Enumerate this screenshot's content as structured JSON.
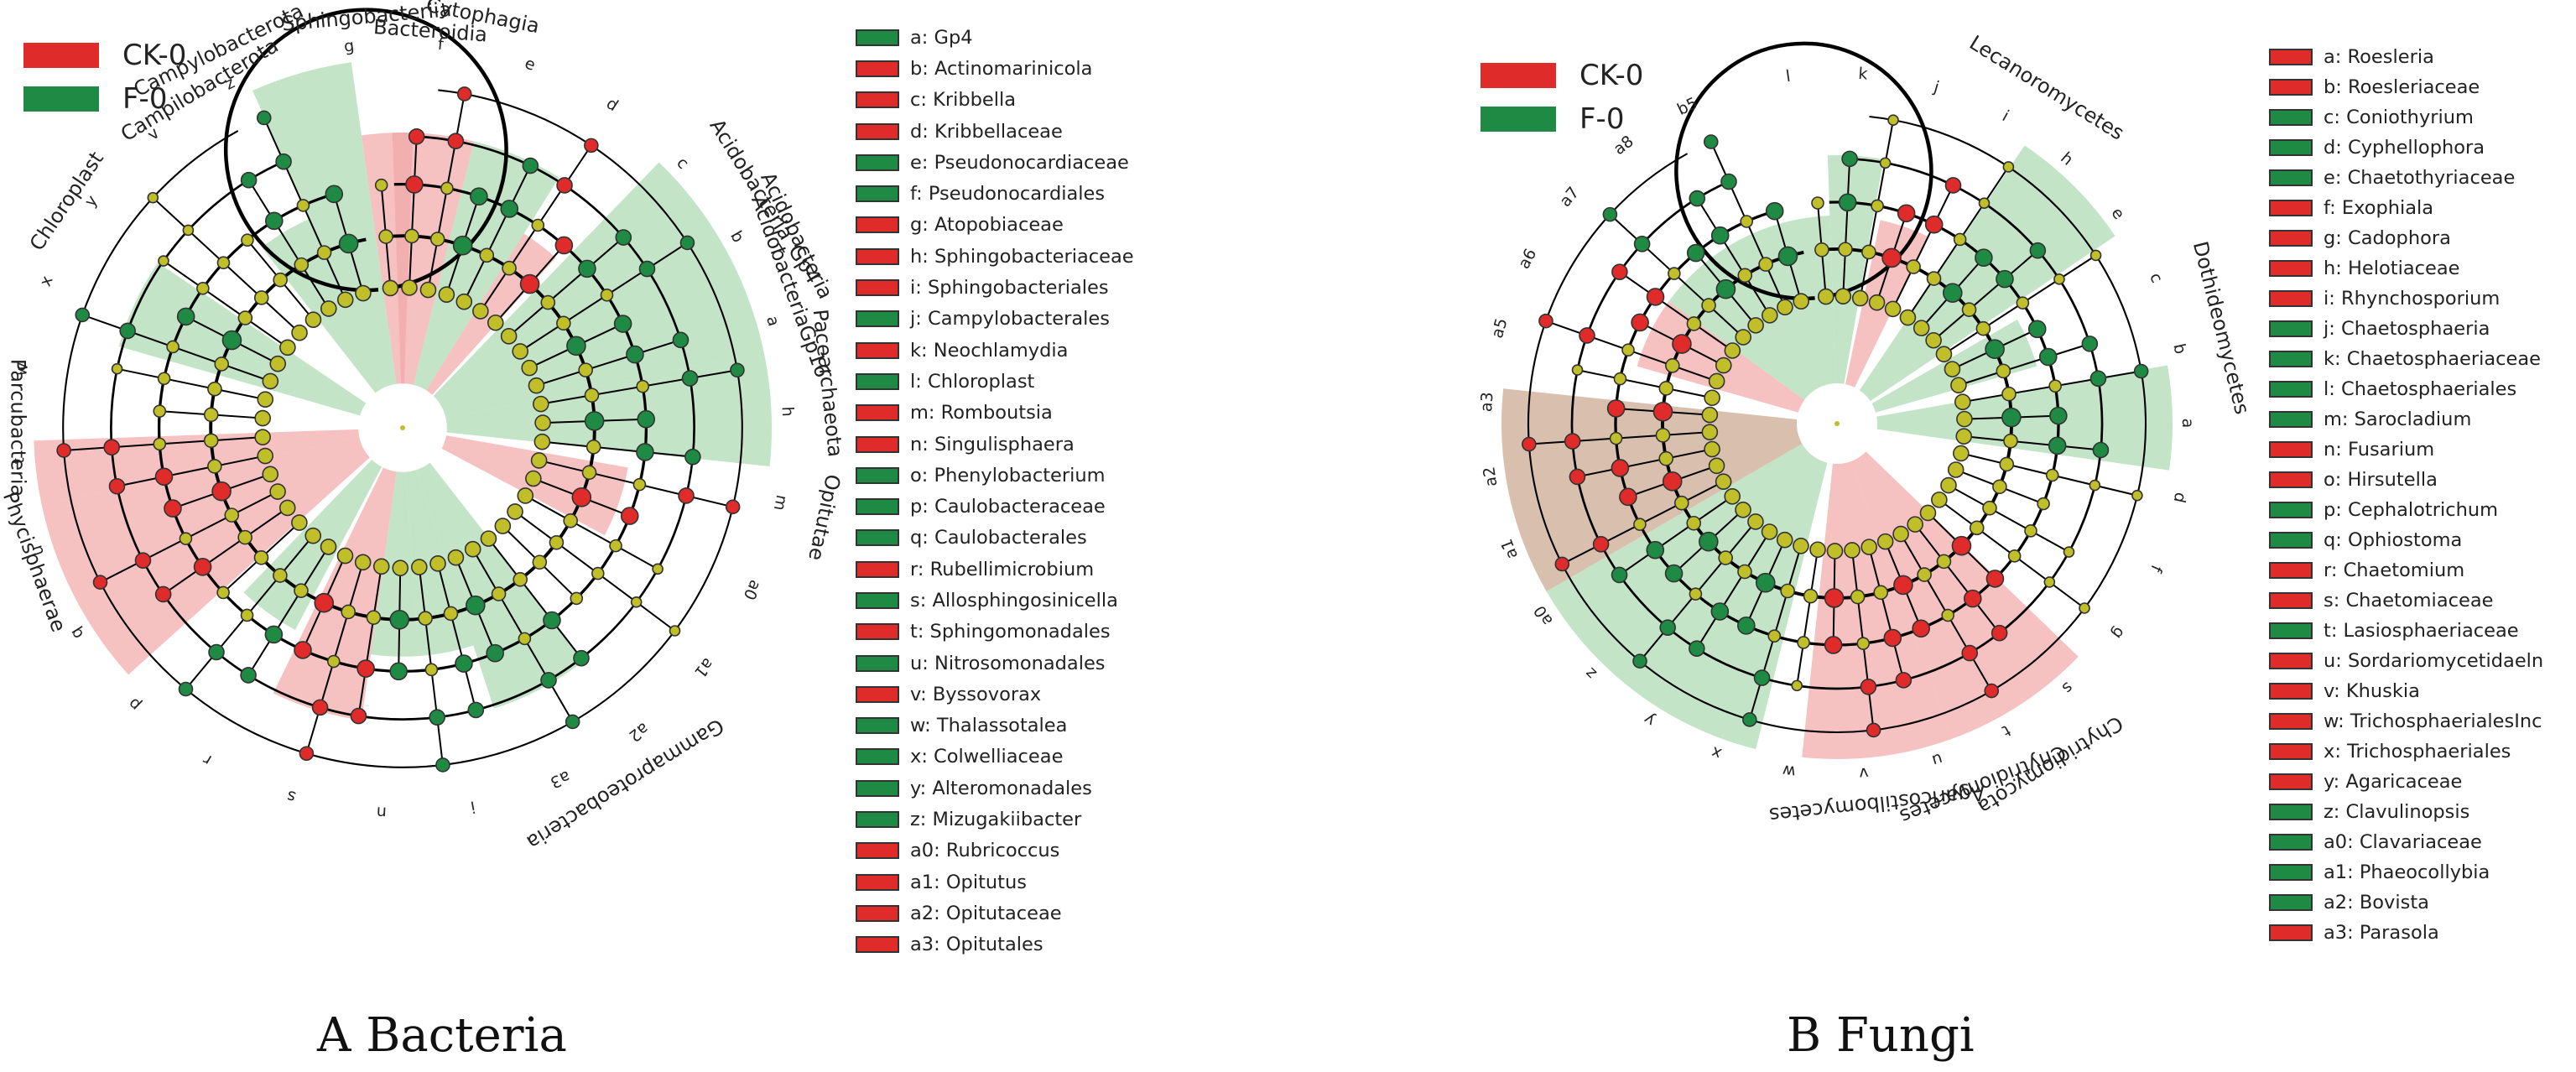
{
  "colors": {
    "ck": "#e02b2b",
    "f": "#1f8a43",
    "node_ns": "#c0bf2a",
    "wedge_ck": "#f1a7a7",
    "wedge_f": "#a9d9ae",
    "wedge_both": "#c9a48c"
  },
  "panels": [
    {
      "caption": "A Bacteria",
      "groups": [
        {
          "label": "CK-0",
          "color": "#e02b2b"
        },
        {
          "label": "F-0",
          "color": "#1f8a43"
        }
      ],
      "taxa": [
        {
          "label": "a: Gp4",
          "group": "F-0"
        },
        {
          "label": "b: Actinomarinicola",
          "group": "CK-0"
        },
        {
          "label": "c: Kribbella",
          "group": "CK-0"
        },
        {
          "label": "d: Kribbellaceae",
          "group": "CK-0"
        },
        {
          "label": "e: Pseudonocardiaceae",
          "group": "F-0"
        },
        {
          "label": "f: Pseudonocardiales",
          "group": "F-0"
        },
        {
          "label": "g: Atopobiaceae",
          "group": "CK-0"
        },
        {
          "label": "h: Sphingobacteriaceae",
          "group": "CK-0"
        },
        {
          "label": "i: Sphingobacteriales",
          "group": "CK-0"
        },
        {
          "label": "j: Campylobacterales",
          "group": "F-0"
        },
        {
          "label": "k: Neochlamydia",
          "group": "CK-0"
        },
        {
          "label": "l: Chloroplast",
          "group": "F-0"
        },
        {
          "label": "m: Romboutsia",
          "group": "CK-0"
        },
        {
          "label": "n: Singulisphaera",
          "group": "CK-0"
        },
        {
          "label": "o: Phenylobacterium",
          "group": "F-0"
        },
        {
          "label": "p: Caulobacteraceae",
          "group": "F-0"
        },
        {
          "label": "q: Caulobacterales",
          "group": "F-0"
        },
        {
          "label": "r: Rubellimicrobium",
          "group": "CK-0"
        },
        {
          "label": "s: Allosphingosinicella",
          "group": "F-0"
        },
        {
          "label": "t: Sphingomonadales",
          "group": "CK-0"
        },
        {
          "label": "u: Nitrosomonadales",
          "group": "F-0"
        },
        {
          "label": "v: Byssovorax",
          "group": "CK-0"
        },
        {
          "label": "w: Thalassotalea",
          "group": "F-0"
        },
        {
          "label": "x: Colwelliaceae",
          "group": "F-0"
        },
        {
          "label": "y: Alteromonadales",
          "group": "F-0"
        },
        {
          "label": "z: Mizugakiibacter",
          "group": "F-0"
        },
        {
          "label": "a0: Rubricoccus",
          "group": "CK-0"
        },
        {
          "label": "a1: Opitutus",
          "group": "CK-0"
        },
        {
          "label": "a2: Opitutaceae",
          "group": "CK-0"
        },
        {
          "label": "a3: Opitutales",
          "group": "CK-0"
        }
      ],
      "clade_labels": [
        "Cytophagia",
        "Bacteroidia",
        "Sphingobacteriia",
        "Campylobacterota",
        "Campilobacterota",
        "Chloroplast",
        "Parcubacteria",
        "Phycisphaerae",
        "Gammaproteobacteria",
        "Opitutae",
        "Acidobacteria_Gp4",
        "Acidobacteria",
        "Pacearchaeota",
        "AcidobacteriaGp16"
      ],
      "node_letters": [
        "g",
        "f",
        "e",
        "d",
        "c",
        "b",
        "a",
        "h",
        "m",
        "a0",
        "a1",
        "a2",
        "a3",
        "i",
        "n",
        "s",
        "r",
        "p",
        "q",
        "u",
        "t",
        "w",
        "x",
        "y",
        "v",
        "z"
      ],
      "wedges": [
        {
          "from": -92,
          "to": -76,
          "group": "CK-0",
          "level": 2
        },
        {
          "from": -76,
          "to": -58,
          "group": "F-0",
          "level": 2
        },
        {
          "from": -58,
          "to": -48,
          "group": "CK-0",
          "level": 1
        },
        {
          "from": -46,
          "to": -12,
          "group": "F-0",
          "level": 3
        },
        {
          "from": -12,
          "to": 6,
          "group": "F-0",
          "level": 3
        },
        {
          "from": 10,
          "to": 22,
          "group": "CK-0",
          "level": 1
        },
        {
          "from": 22,
          "to": 28,
          "group": "CK-0",
          "level": 1
        },
        {
          "from": 52,
          "to": 72,
          "group": "F-0",
          "level": 2
        },
        {
          "from": 72,
          "to": 86,
          "group": "F-0",
          "level": 1
        },
        {
          "from": 86,
          "to": 98,
          "group": "F-0",
          "level": 1
        },
        {
          "from": 98,
          "to": 116,
          "group": "CK-0",
          "level": 2
        },
        {
          "from": 118,
          "to": 134,
          "group": "F-0",
          "level": 1
        },
        {
          "from": 138,
          "to": 168,
          "group": "CK-0",
          "level": 3
        },
        {
          "from": 168,
          "to": 178,
          "group": "CK-0",
          "level": 3
        },
        {
          "from": 196,
          "to": 214,
          "group": "F-0",
          "level": 2
        },
        {
          "from": 232,
          "to": 246,
          "group": "F-0",
          "level": 1
        },
        {
          "from": 246,
          "to": 262,
          "group": "F-0",
          "level": 3
        },
        {
          "from": 262,
          "to": 272,
          "group": "CK-0",
          "level": 2
        }
      ]
    },
    {
      "caption": "B Fungi",
      "groups": [
        {
          "label": "CK-0",
          "color": "#e02b2b"
        },
        {
          "label": "F-0",
          "color": "#1f8a43"
        }
      ],
      "taxa": [
        {
          "label": "a: Roesleria",
          "group": "CK-0"
        },
        {
          "label": "b: Roesleriaceae",
          "group": "CK-0"
        },
        {
          "label": "c: Coniothyrium",
          "group": "F-0"
        },
        {
          "label": "d: Cyphellophora",
          "group": "F-0"
        },
        {
          "label": "e: Chaetothyriaceae",
          "group": "F-0"
        },
        {
          "label": "f: Exophiala",
          "group": "CK-0"
        },
        {
          "label": "g: Cadophora",
          "group": "CK-0"
        },
        {
          "label": "h: Helotiaceae",
          "group": "CK-0"
        },
        {
          "label": "i: Rhynchosporium",
          "group": "CK-0"
        },
        {
          "label": "j: Chaetosphaeria",
          "group": "F-0"
        },
        {
          "label": "k: Chaetosphaeriaceae",
          "group": "F-0"
        },
        {
          "label": "l: Chaetosphaeriales",
          "group": "F-0"
        },
        {
          "label": "m: Sarocladium",
          "group": "F-0"
        },
        {
          "label": "n: Fusarium",
          "group": "CK-0"
        },
        {
          "label": "o: Hirsutella",
          "group": "CK-0"
        },
        {
          "label": "p: Cephalotrichum",
          "group": "F-0"
        },
        {
          "label": "q: Ophiostoma",
          "group": "F-0"
        },
        {
          "label": "r: Chaetomium",
          "group": "CK-0"
        },
        {
          "label": "s: Chaetomiaceae",
          "group": "CK-0"
        },
        {
          "label": "t: Lasiosphaeriaceae",
          "group": "F-0"
        },
        {
          "label": "u: Sordariomycetidaeln",
          "group": "CK-0"
        },
        {
          "label": "v: Khuskia",
          "group": "CK-0"
        },
        {
          "label": "w: TrichosphaerialesInc",
          "group": "CK-0"
        },
        {
          "label": "x: Trichosphaeriales",
          "group": "CK-0"
        },
        {
          "label": "y: Agaricaceae",
          "group": "CK-0"
        },
        {
          "label": "z: Clavulinopsis",
          "group": "F-0"
        },
        {
          "label": "a0: Clavariaceae",
          "group": "F-0"
        },
        {
          "label": "a1: Phaeocollybia",
          "group": "F-0"
        },
        {
          "label": "a2: Bovista",
          "group": "F-0"
        },
        {
          "label": "a3: Parasola",
          "group": "CK-0"
        }
      ],
      "clade_labels": [
        "Lecanoromycetes",
        "Dothideomycetes",
        "Chytridiomycota",
        "Chytridiomycetes",
        "Agaricostilbomycetes"
      ],
      "node_letters": [
        "l",
        "k",
        "j",
        "i",
        "h",
        "e",
        "c",
        "b",
        "a",
        "d",
        "f",
        "g",
        "s",
        "t",
        "u",
        "v",
        "w",
        "x",
        "y",
        "z",
        "a0",
        "a1",
        "a2",
        "a3",
        "a5",
        "a6",
        "a7",
        "a8",
        "b5"
      ],
      "wedges": [
        {
          "from": -92,
          "to": -80,
          "group": "F-0",
          "level": 2
        },
        {
          "from": -78,
          "to": -64,
          "group": "CK-0",
          "level": 1
        },
        {
          "from": -56,
          "to": -34,
          "group": "F-0",
          "level": 3
        },
        {
          "from": -30,
          "to": -16,
          "group": "F-0",
          "level": 1
        },
        {
          "from": -10,
          "to": 8,
          "group": "F-0",
          "level": 3
        },
        {
          "from": 44,
          "to": 70,
          "group": "CK-0",
          "level": 3
        },
        {
          "from": 70,
          "to": 96,
          "group": "CK-0",
          "level": 3
        },
        {
          "from": 104,
          "to": 150,
          "group": "F-0",
          "level": 3
        },
        {
          "from": 150,
          "to": 186,
          "group": "both",
          "level": 3
        },
        {
          "from": 196,
          "to": 216,
          "group": "CK-0",
          "level": 1
        },
        {
          "from": 216,
          "to": 268,
          "group": "F-0",
          "level": 1
        }
      ]
    }
  ]
}
